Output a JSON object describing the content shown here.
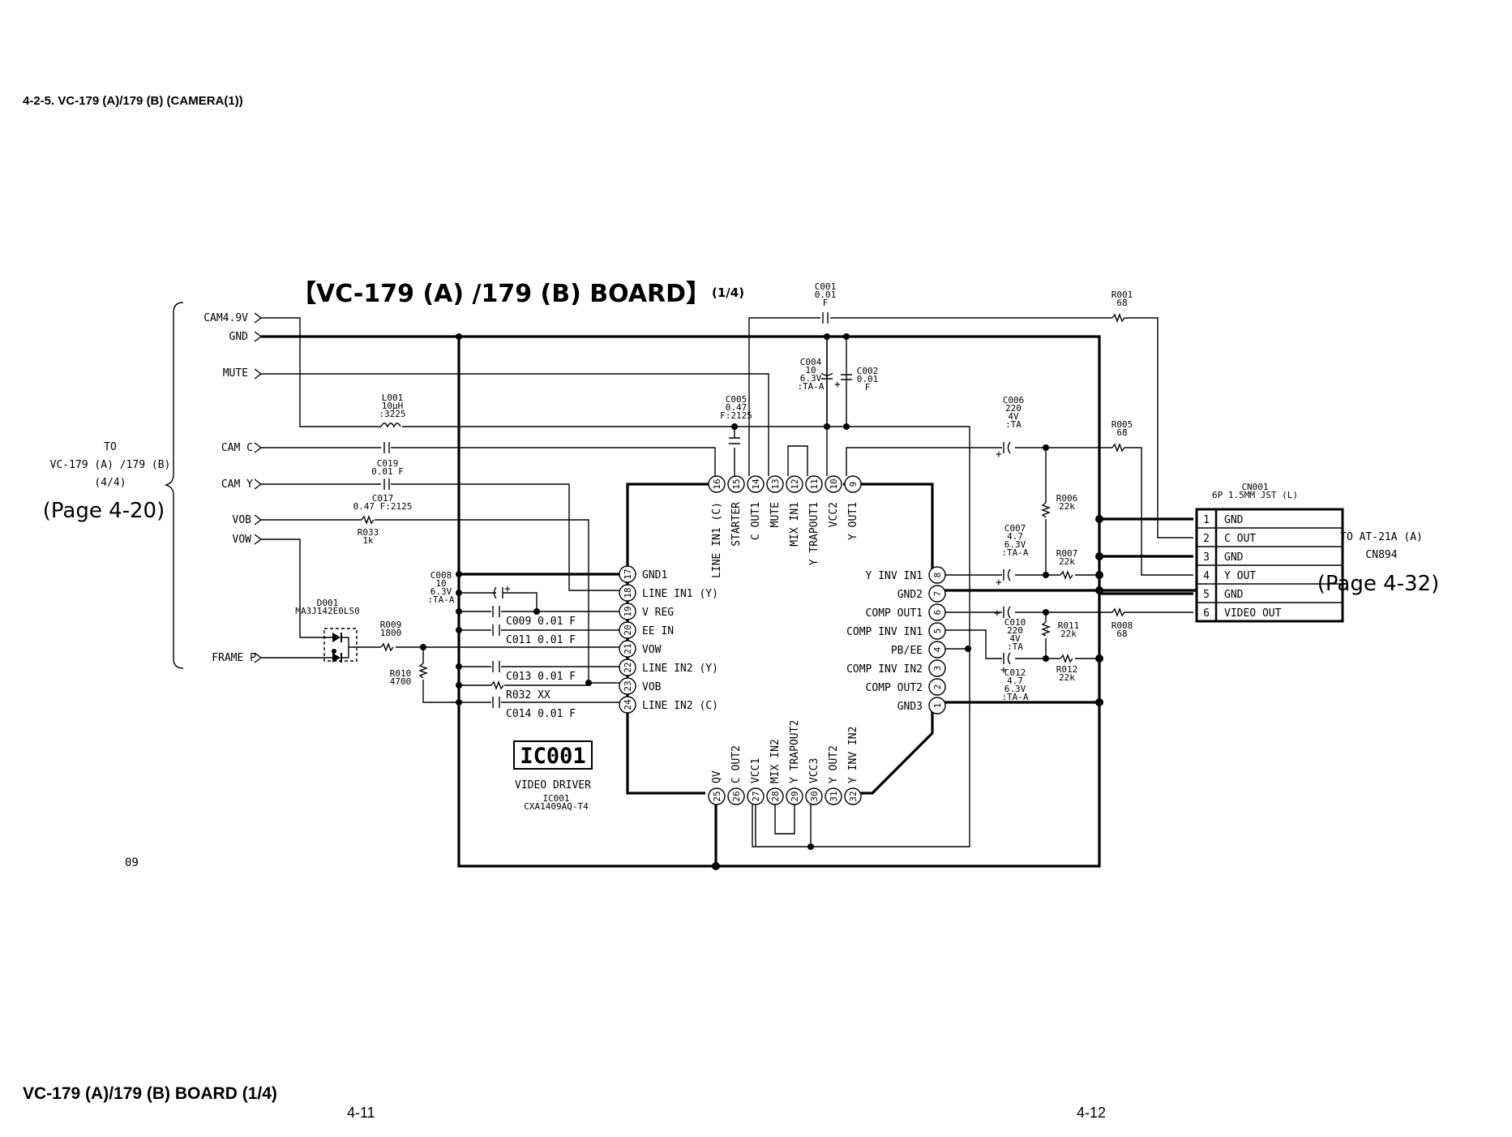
{
  "header": {
    "section_title": "4-2-5.  VC-179 (A)/179 (B) (CAMERA(1))"
  },
  "board_title": {
    "main": "【VC-179 (A) /179 (B) BOARD】",
    "part": "(1/4)"
  },
  "left_connector": {
    "destination_lines": [
      "TO",
      "VC-179 (A) /179 (B)",
      "(4/4)"
    ],
    "page_ref": "(Page 4-20)",
    "signals": [
      "CAM4.9V",
      "GND",
      "MUTE",
      "CAM C",
      "CAM Y",
      "VOB",
      "VOW",
      "FRAME P"
    ]
  },
  "components": {
    "L001": [
      "L001",
      "10µH",
      ":3225"
    ],
    "C019": [
      "C019",
      "0.01 F"
    ],
    "C017": [
      "C017",
      "0.47 F:2125"
    ],
    "R033": [
      "R033",
      "1k"
    ],
    "C001": [
      "C001",
      "0.01",
      "F"
    ],
    "C004": [
      "C004",
      "10",
      "6.3V",
      ":TA-A"
    ],
    "C002": [
      "C002",
      "0.01",
      "F"
    ],
    "C005": [
      "C005",
      "0.47",
      "F:2125"
    ],
    "C006": [
      "C006",
      "220",
      "4V",
      ":TA"
    ],
    "R001": [
      "R001",
      "68"
    ],
    "R005": [
      "R005",
      "68"
    ],
    "R006": [
      "R006",
      "22k"
    ],
    "C007": [
      "C007",
      "4.7",
      "6.3V",
      ":TA-A"
    ],
    "R007": [
      "R007",
      "22k"
    ],
    "C010": [
      "C010",
      "220",
      "4V",
      ":TA"
    ],
    "R011": [
      "R011",
      "22k"
    ],
    "R008": [
      "R008",
      "68"
    ],
    "C012": [
      "C012",
      "4.7",
      "6.3V",
      ":TA-A"
    ],
    "R012": [
      "R012",
      "22k"
    ],
    "C008": [
      "C008",
      "10",
      "6.3V",
      ":TA-A"
    ],
    "D001": [
      "D001",
      "MA3J142E0LS0"
    ],
    "R009": [
      "R009",
      "1800"
    ],
    "R010": [
      "R010",
      "4700"
    ],
    "C009": "C009 0.01 F",
    "C011": "C011 0.01 F",
    "C013": "C013 0.01 F",
    "R032": "R032 XX",
    "C014": "C014 0.01 F"
  },
  "ic": {
    "ref_box": "IC001",
    "description": "VIDEO DRIVER",
    "ref": "IC001",
    "part_number": "CXA1409AQ-T4",
    "pins_top": [
      {
        "n": "16",
        "name": "LINE IN1 (C)"
      },
      {
        "n": "15",
        "name": "STARTER"
      },
      {
        "n": "14",
        "name": "C OUT1"
      },
      {
        "n": "13",
        "name": "MUTE"
      },
      {
        "n": "12",
        "name": "MIX IN1"
      },
      {
        "n": "11",
        "name": "Y TRAPOUT1"
      },
      {
        "n": "10",
        "name": "VCC2"
      },
      {
        "n": "9",
        "name": "Y OUT1"
      }
    ],
    "pins_left": [
      {
        "n": "17",
        "name": "GND1"
      },
      {
        "n": "18",
        "name": "LINE IN1 (Y)"
      },
      {
        "n": "19",
        "name": "V REG"
      },
      {
        "n": "20",
        "name": "EE IN"
      },
      {
        "n": "21",
        "name": "VOW"
      },
      {
        "n": "22",
        "name": "LINE IN2 (Y)"
      },
      {
        "n": "23",
        "name": "VOB"
      },
      {
        "n": "24",
        "name": "LINE IN2 (C)"
      }
    ],
    "pins_right": [
      {
        "n": "8",
        "name": "Y INV IN1"
      },
      {
        "n": "7",
        "name": "GND2"
      },
      {
        "n": "6",
        "name": "COMP OUT1"
      },
      {
        "n": "5",
        "name": "COMP INV IN1"
      },
      {
        "n": "4",
        "name": "PB/EE"
      },
      {
        "n": "3",
        "name": "COMP INV IN2"
      },
      {
        "n": "2",
        "name": "COMP OUT2"
      },
      {
        "n": "1",
        "name": "GND3"
      }
    ],
    "pins_bottom": [
      {
        "n": "25",
        "name": "QV"
      },
      {
        "n": "26",
        "name": "C OUT2"
      },
      {
        "n": "27",
        "name": "VCC1"
      },
      {
        "n": "28",
        "name": "MIX IN2"
      },
      {
        "n": "29",
        "name": "Y TRAPOUT2"
      },
      {
        "n": "30",
        "name": "VCC3"
      },
      {
        "n": "31",
        "name": "Y OUT2"
      },
      {
        "n": "32",
        "name": "Y INV IN2"
      }
    ]
  },
  "right_connector": {
    "ref": "CN001",
    "type": "6P 1.5MM JST (L)",
    "pins": [
      {
        "n": "1",
        "name": "GND"
      },
      {
        "n": "2",
        "name": "C OUT"
      },
      {
        "n": "3",
        "name": "GND"
      },
      {
        "n": "4",
        "name": "Y OUT"
      },
      {
        "n": "5",
        "name": "GND"
      },
      {
        "n": "6",
        "name": "VIDEO OUT"
      }
    ],
    "destination_lines": [
      "TO AT-21A (A)",
      "CN894"
    ],
    "page_ref": "(Page 4-32)"
  },
  "sheet_code": "09",
  "footer": {
    "board_title": "VC-179 (A)/179 (B) BOARD (1/4)",
    "page_left": "4-11",
    "page_right": "4-12"
  }
}
